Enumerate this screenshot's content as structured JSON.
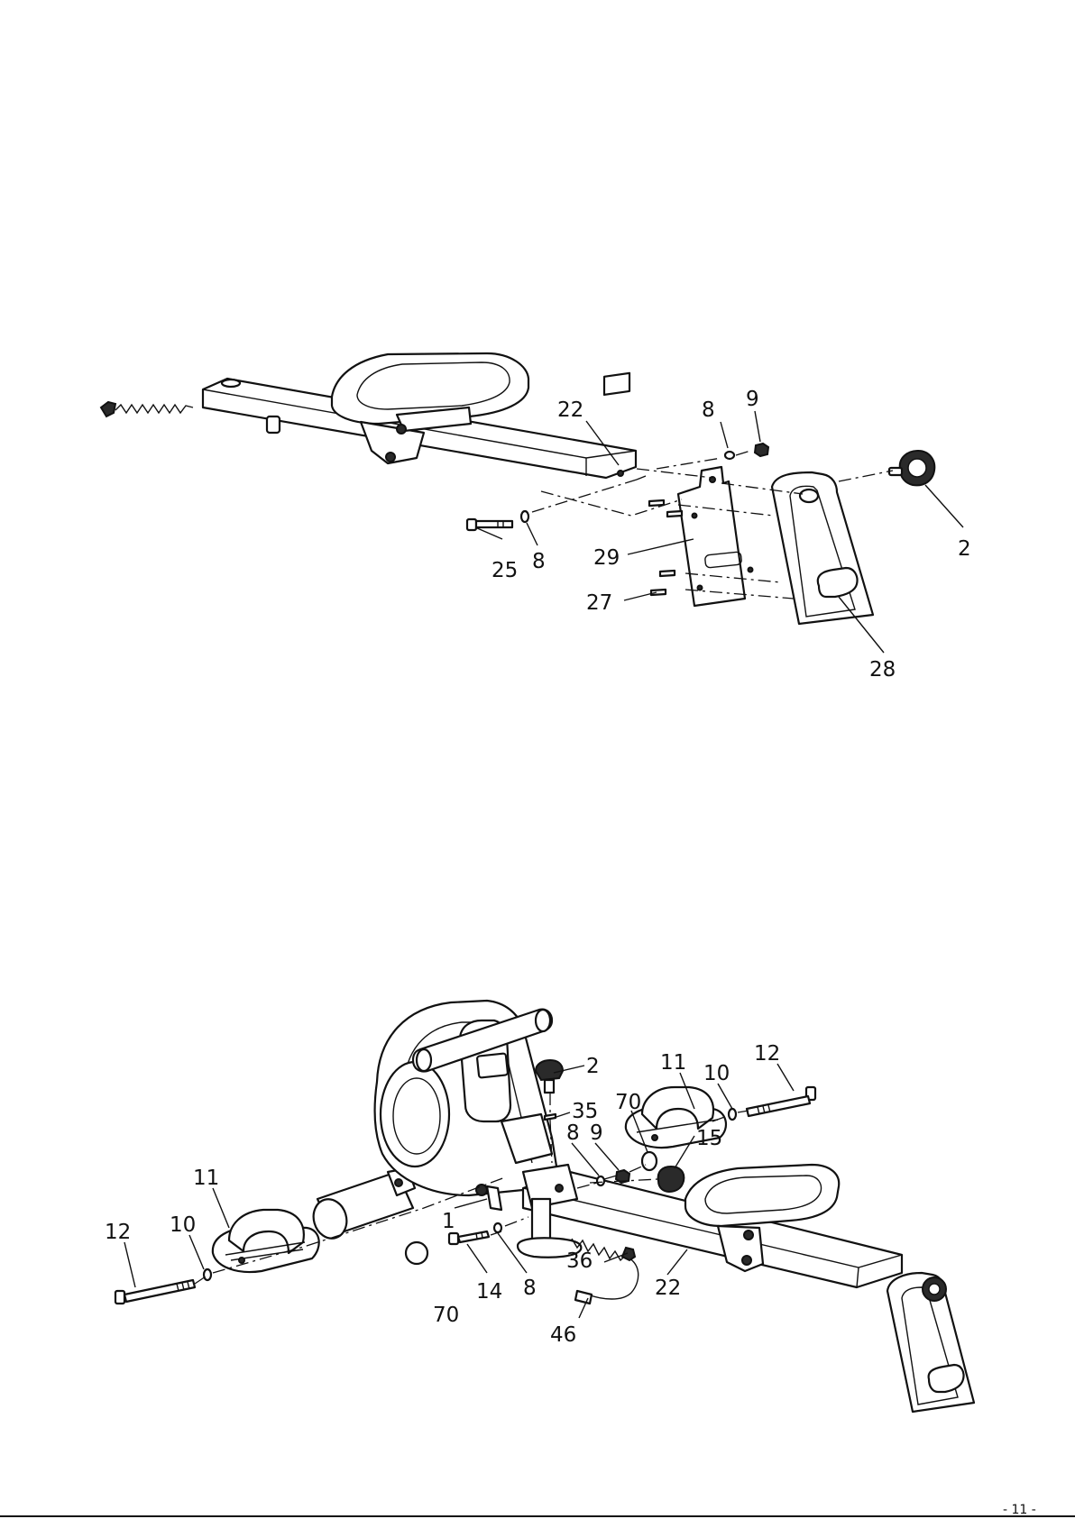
{
  "diagram_top": {
    "callouts": [
      "22",
      "8",
      "9",
      "25",
      "8",
      "29",
      "27",
      "28",
      "2"
    ]
  },
  "diagram_bottom": {
    "callouts": [
      "2",
      "35",
      "70",
      "11",
      "10",
      "12",
      "8",
      "9",
      "15",
      "11",
      "10",
      "12",
      "1",
      "14",
      "8",
      "70",
      "36",
      "46",
      "22"
    ]
  },
  "page_number": "- 11 -"
}
